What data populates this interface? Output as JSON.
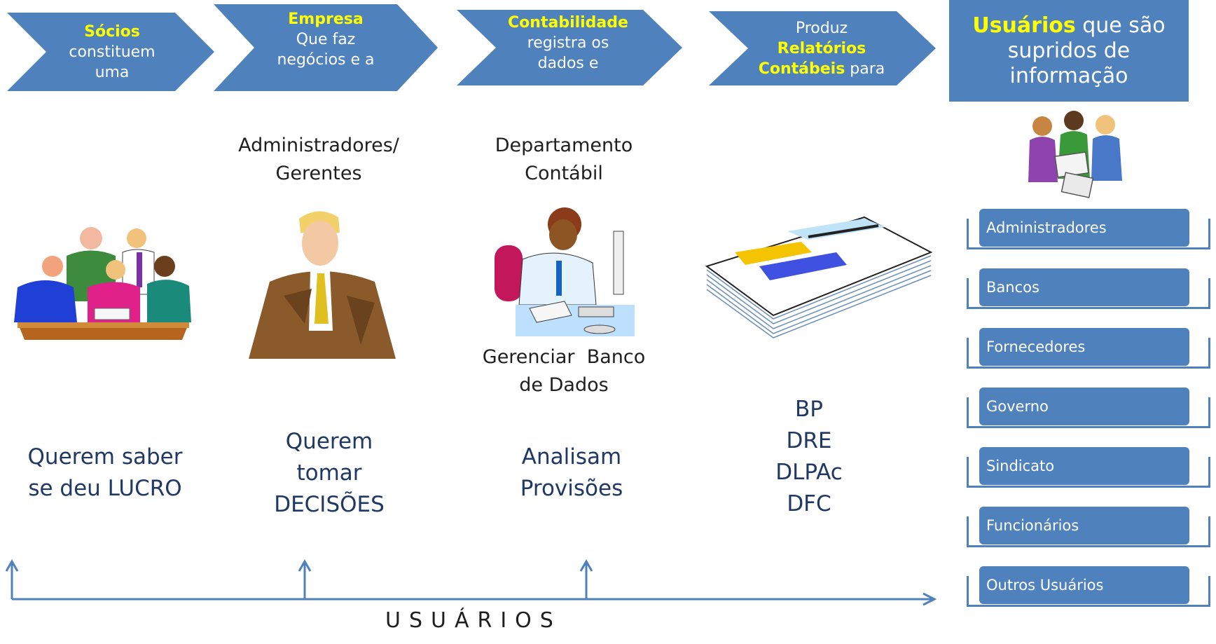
{
  "chevrons": [
    {
      "lines": [
        {
          "text": "Sócios",
          "highlight": true
        },
        {
          "text": "constituem"
        },
        {
          "text": "uma"
        }
      ]
    },
    {
      "lines": [
        {
          "text": "Empresa",
          "highlight": true
        },
        {
          "text": "Que faz"
        },
        {
          "text": "negócios e a"
        }
      ]
    },
    {
      "lines": [
        {
          "text": "Contabilidade",
          "highlight": true
        },
        {
          "text": "registra os"
        },
        {
          "text": "dados e"
        }
      ]
    },
    {
      "lines": [
        {
          "text": "Produz"
        },
        {
          "text": "Relatórios",
          "highlight": true
        },
        {
          "text": "Contábeis para",
          "partial": "Contábeis"
        }
      ]
    }
  ],
  "users_box": {
    "highlight": "Usuários",
    "rest1": " que são",
    "line2": "supridos de",
    "line3": "informação"
  },
  "labels": {
    "admin_gerentes": [
      "Administradores/",
      "Gerentes"
    ],
    "depto": [
      "Departamento",
      "Contábil"
    ],
    "gerenciar": [
      "Gerenciar  Banco",
      "de Dados"
    ]
  },
  "captions": {
    "lucro": [
      "Querem saber",
      "se deu LUCRO"
    ],
    "decisoes": [
      "Querem",
      "tomar",
      "DECISÕES"
    ],
    "provisoes": [
      "Analisam",
      "Provisões"
    ],
    "reports": [
      "BP",
      "DRE",
      "DLPAc",
      "DFC"
    ]
  },
  "user_list": [
    "Administradores",
    "Bancos",
    "Fornecedores",
    "Governo",
    "Sindicato",
    "Funcionários",
    "Outros Usuários"
  ],
  "axis_label": "USUÁRIOS",
  "colors": {
    "primary": "#4f81bd",
    "highlight": "#ffff00",
    "text": "#1f3864"
  }
}
